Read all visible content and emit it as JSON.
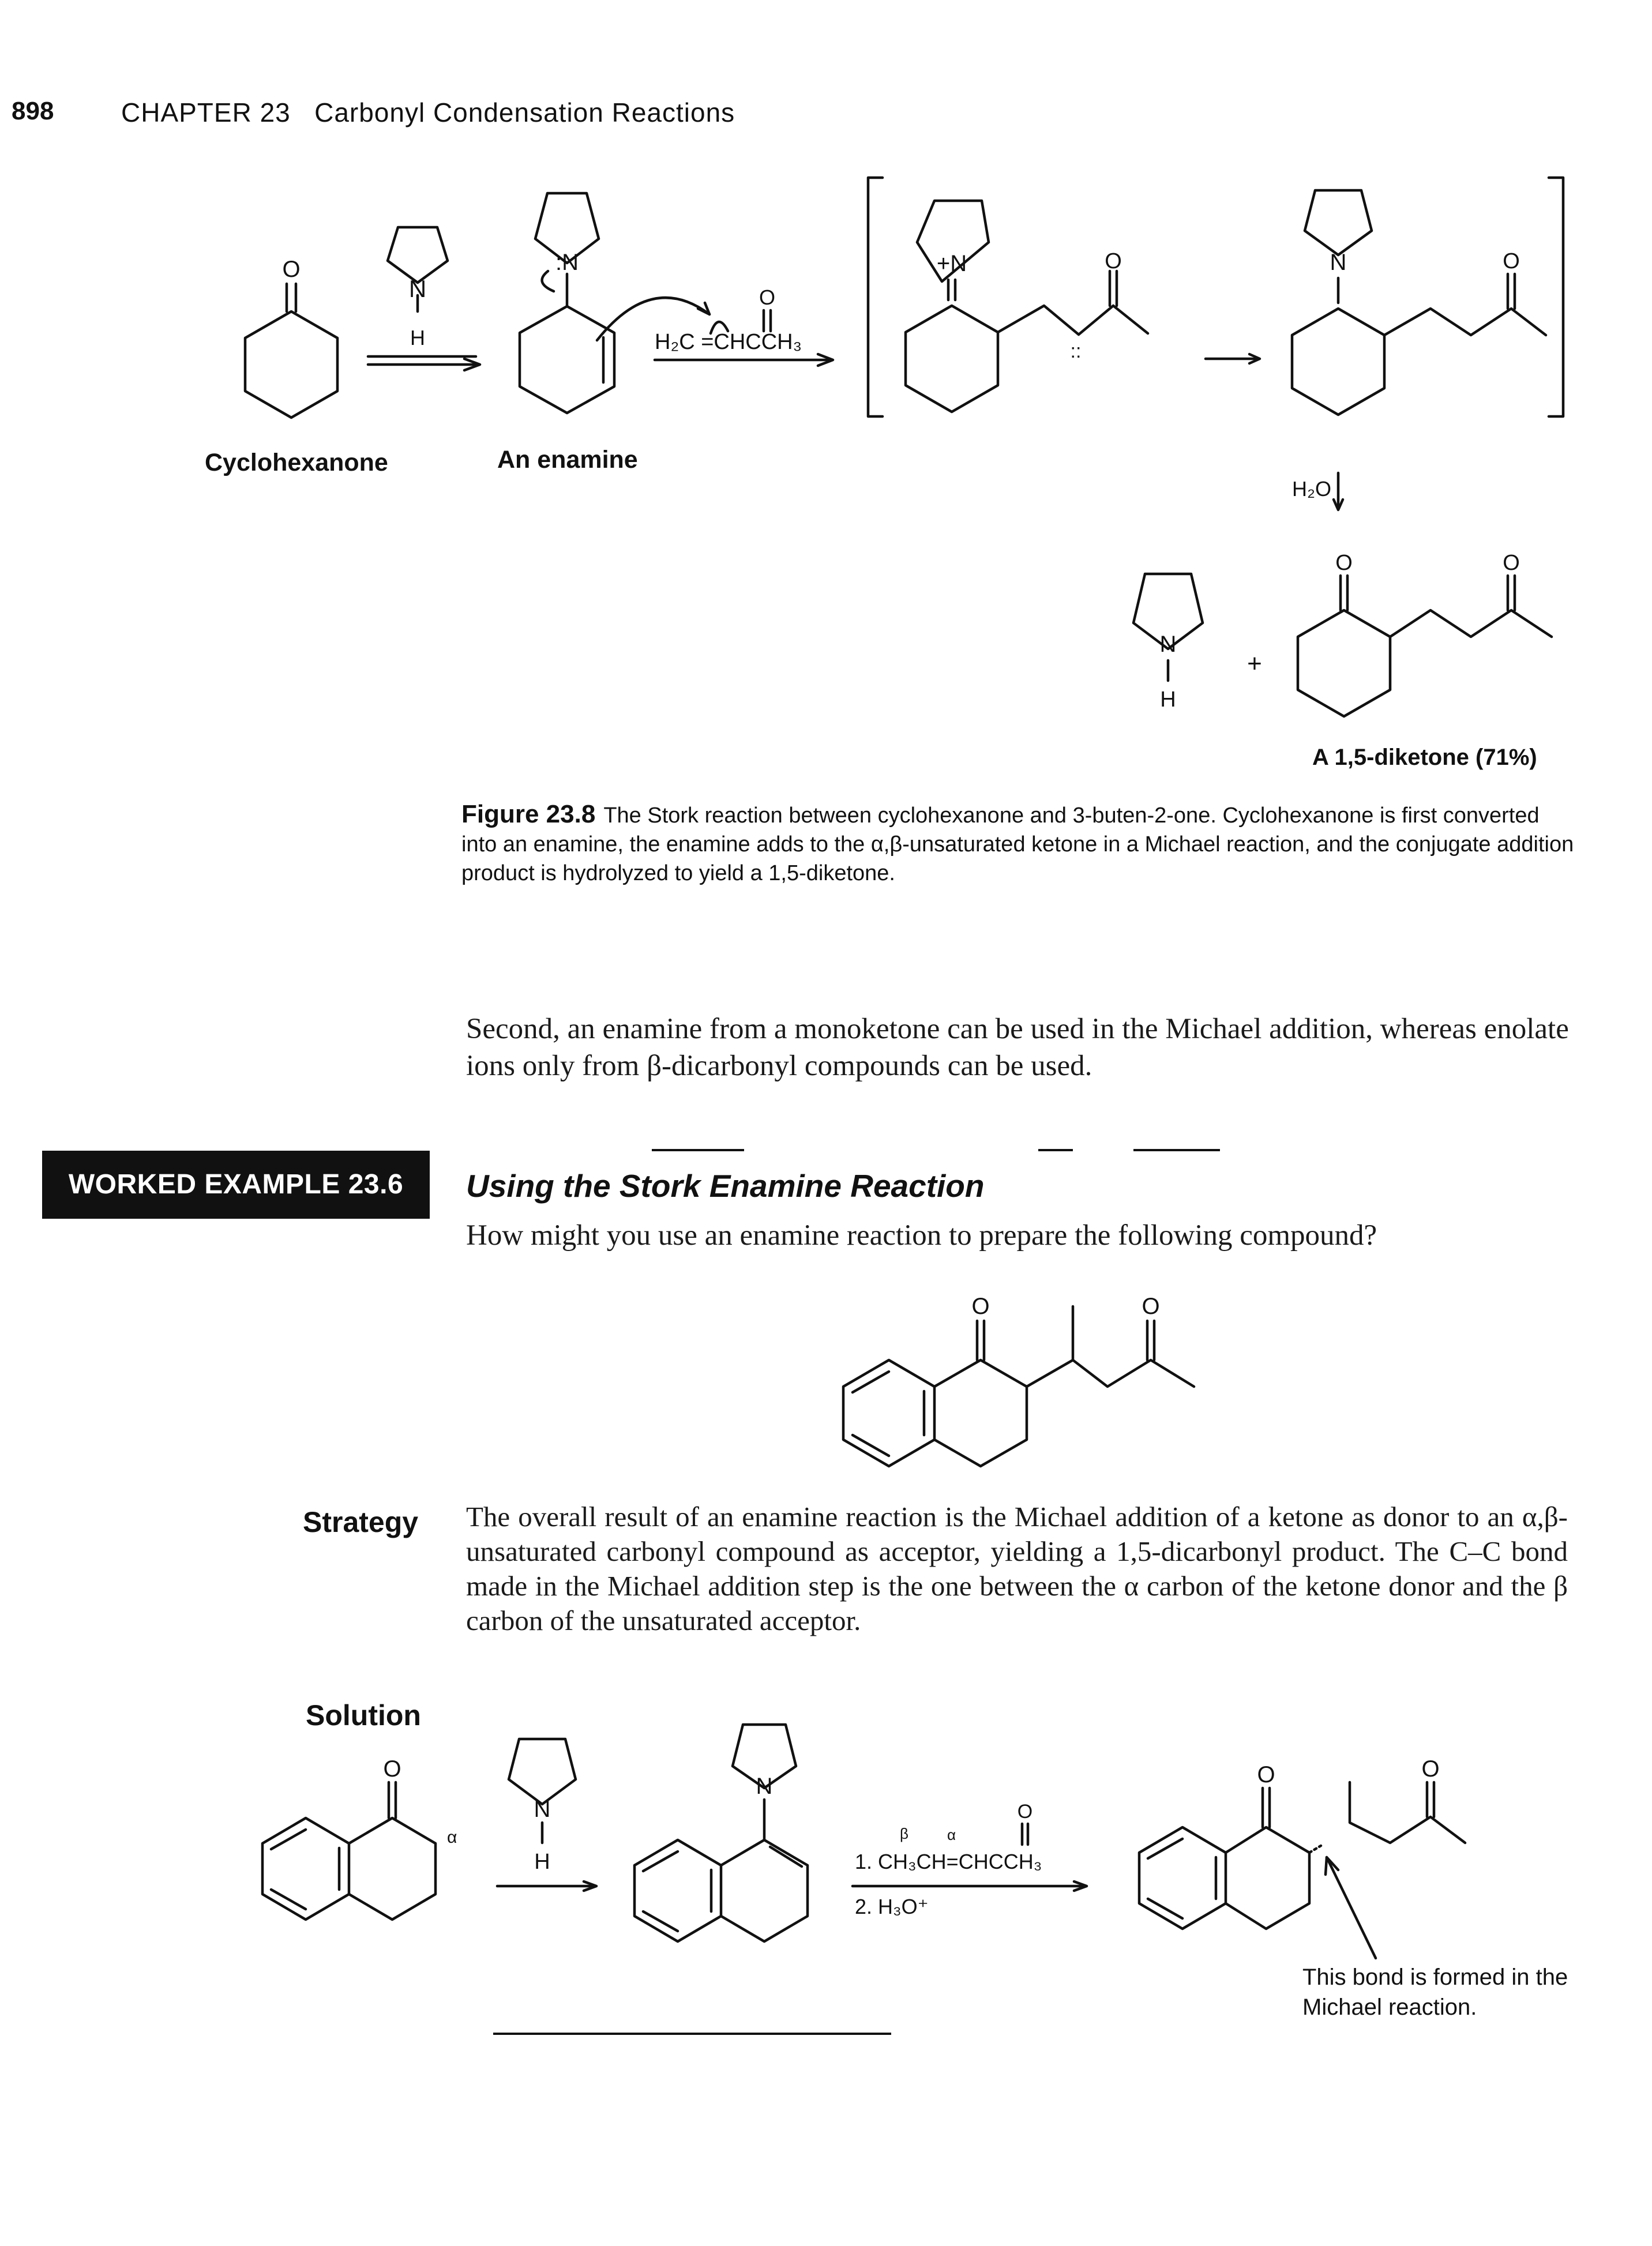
{
  "header": {
    "page_number": "898",
    "chapter": "CHAPTER 23",
    "title": "Carbonyl Condensation Reactions"
  },
  "figure": {
    "labels": {
      "cyclohexanone": "Cyclohexanone",
      "enamine": "An enamine",
      "diketone": "A 1,5-diketone (71%)"
    },
    "atoms": {
      "O": "O",
      "N": "N",
      "H": "H",
      "N_lone": ":N",
      "N_plus": "+N",
      "plus": "+",
      "h2o": "H₂O",
      "dots": "::"
    },
    "reagent": "H₂C =CHCCH₃",
    "caption_label": "Figure 23.8",
    "caption_text": "The Stork reaction between cyclohexanone and 3-buten-2-one. Cyclohexanone is first converted into an enamine, the enamine adds to the α,β-unsaturated ketone in a Michael reaction, and the conjugate addition product is hydrolyzed to yield a 1,5-diketone."
  },
  "paragraph": "Second, an enamine from a monoketone can be used in the Michael addition, whereas enolate ions only from β-dicarbonyl compounds can be used.",
  "worked_example": {
    "box_label": "WORKED EXAMPLE 23.6",
    "title": "Using the Stork Enamine Reaction",
    "question": "How might you use an enamine reaction to prepare the following compound?",
    "strategy_label": "Strategy",
    "strategy_text": "The overall result of an enamine reaction is the Michael addition of a ketone as donor to an α,β-unsaturated carbonyl compound as acceptor, yielding a 1,5-dicarbonyl product. The C–C bond made in the Michael addition step is the one between the α carbon of the ketone donor and the β carbon of the unsaturated acceptor.",
    "solution_label": "Solution",
    "solution_reagent_1": "1. CH₃CH=CHCCH₃",
    "solution_reagent_2": "2. H₃O⁺",
    "beta": "β",
    "alpha": "α",
    "bond_note": "This bond is formed in the Michael reaction."
  }
}
